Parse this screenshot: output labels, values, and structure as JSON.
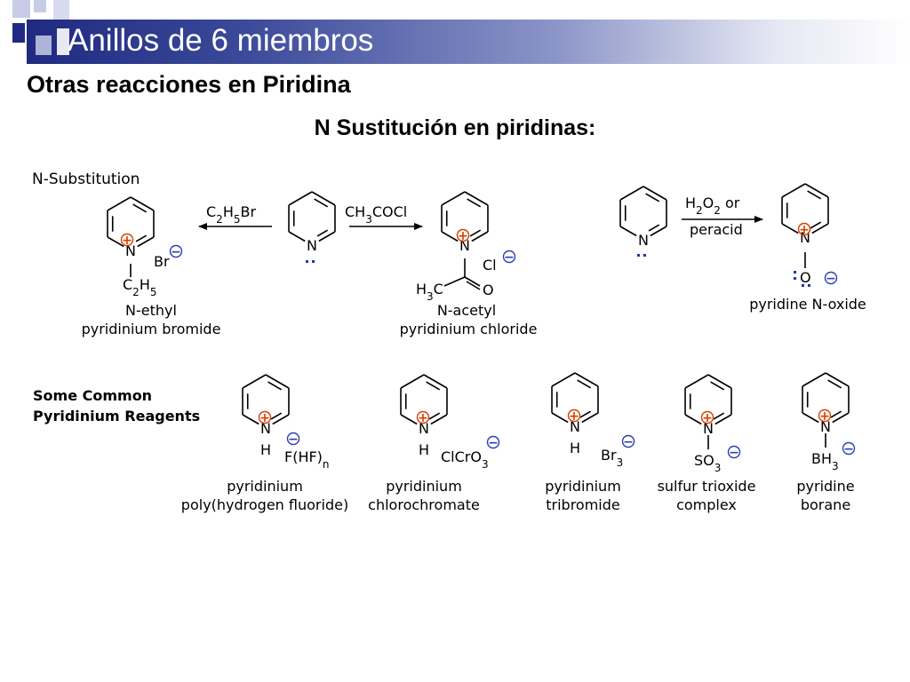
{
  "slide": {
    "title": "Anillos de 6 miembros",
    "subtitle": "Otras reacciones en Piridina",
    "heading": "N Sustitución en piridinas:"
  },
  "scheme": {
    "section_title": "N-Substitution",
    "reagent_left": "C2H5Br",
    "reagent_right": "CH3COCl",
    "reagent_oxidation_1": "H2O2 or",
    "reagent_oxidation_2": "peracid",
    "products": [
      {
        "label_line1": "N-ethyl",
        "label_line2": "pyridinium bromide",
        "substituent": "C2H5",
        "counterion": "Br"
      },
      {
        "label_line1": "N-acetyl",
        "label_line2": "pyridinium chloride",
        "substituent": "H3C",
        "carbonyl": "O",
        "counterion": "Cl"
      },
      {
        "label_line1": "pyridine N-oxide",
        "substituent": "O"
      }
    ]
  },
  "reagents": {
    "section_title_1": "Some Common",
    "section_title_2": "Pyridinium Reagents",
    "items": [
      {
        "label_line1": "pyridinium",
        "label_line2": "poly(hydrogen fluoride)",
        "counterion": "F(HF)n",
        "substituent": "H"
      },
      {
        "label_line1": "pyridinium",
        "label_line2": "chlorochromate",
        "counterion": "ClCrO3",
        "substituent": "H"
      },
      {
        "label_line1": "pyridinium",
        "label_line2": "tribromide",
        "counterion": "Br3",
        "substituent": "H"
      },
      {
        "label_line1": "sulfur trioxide",
        "label_line2": "complex",
        "substituent": "SO3"
      },
      {
        "label_line1": "pyridine",
        "label_line2": "borane",
        "substituent": "BH3"
      }
    ]
  },
  "atoms": {
    "nitrogen": "N",
    "plus": "+",
    "minus": "−"
  },
  "colors": {
    "plus": "#d44000",
    "minus": "#2a3fb0",
    "lone_pair": "#1a3aa8",
    "title_band": "#1f2a80"
  }
}
